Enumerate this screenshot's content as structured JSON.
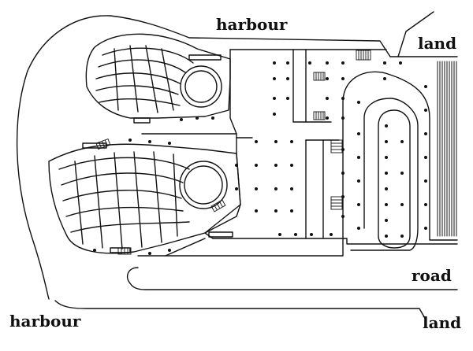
{
  "labels": {
    "harbour_top": "harbour",
    "land_top": "land",
    "road": "road",
    "harbour_bottom": "harbour",
    "land_bottom": "land"
  },
  "colors": {
    "ink": "#111111",
    "background": "#ffffff"
  }
}
